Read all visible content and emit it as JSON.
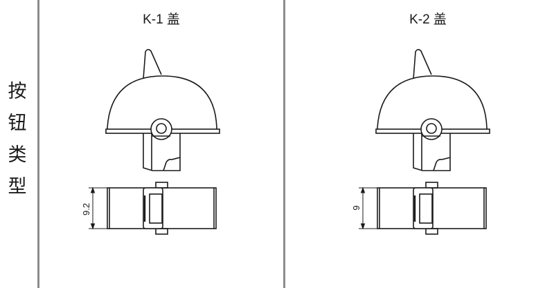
{
  "side_label": {
    "chars": [
      "按",
      "钮",
      "类",
      "型"
    ]
  },
  "columns": [
    {
      "title": "K-1 盖",
      "dimension": "9.2"
    },
    {
      "title": "K-2 盖",
      "dimension": "9"
    }
  ],
  "colors": {
    "divider": "#8c8c8c",
    "line": "#1a1a1a",
    "background": "#ffffff"
  }
}
